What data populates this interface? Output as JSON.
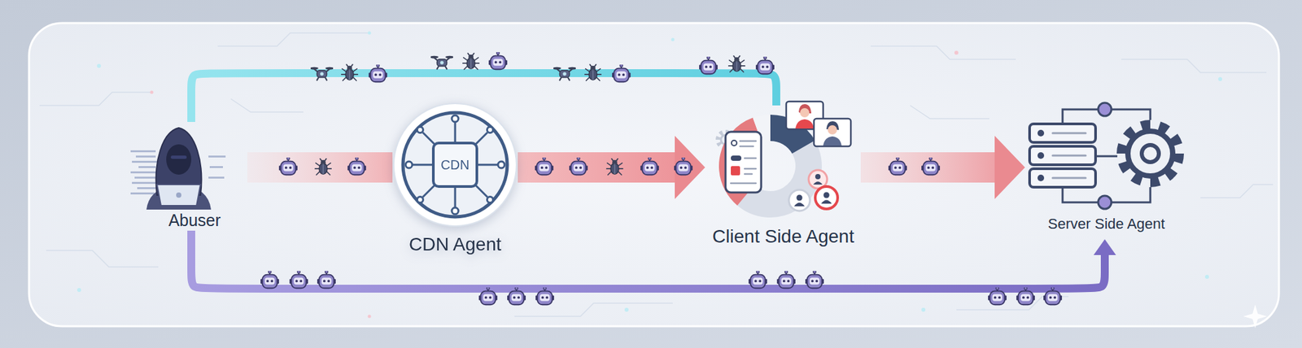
{
  "diagram": {
    "nodes": [
      {
        "text": [
          "Abuser"
        ]
      },
      {
        "text": [
          "CDN Agent"
        ]
      },
      {
        "text": [
          "CDN"
        ],
        "in": 1
      },
      {
        "text": [
          "Client Side Agent"
        ]
      },
      {
        "text": [
          "Server Side Agent"
        ]
      }
    ],
    "edges": [
      {
        "from": 0,
        "to": 1,
        "arrow": "none"
      },
      {
        "from": 1,
        "to": 3,
        "arrow": "to"
      },
      {
        "from": 3,
        "to": 4,
        "arrow": "to"
      },
      {
        "from": 0,
        "to": 3,
        "arrow": "none"
      },
      {
        "from": 0,
        "to": 4,
        "arrow": "to"
      }
    ]
  }
}
